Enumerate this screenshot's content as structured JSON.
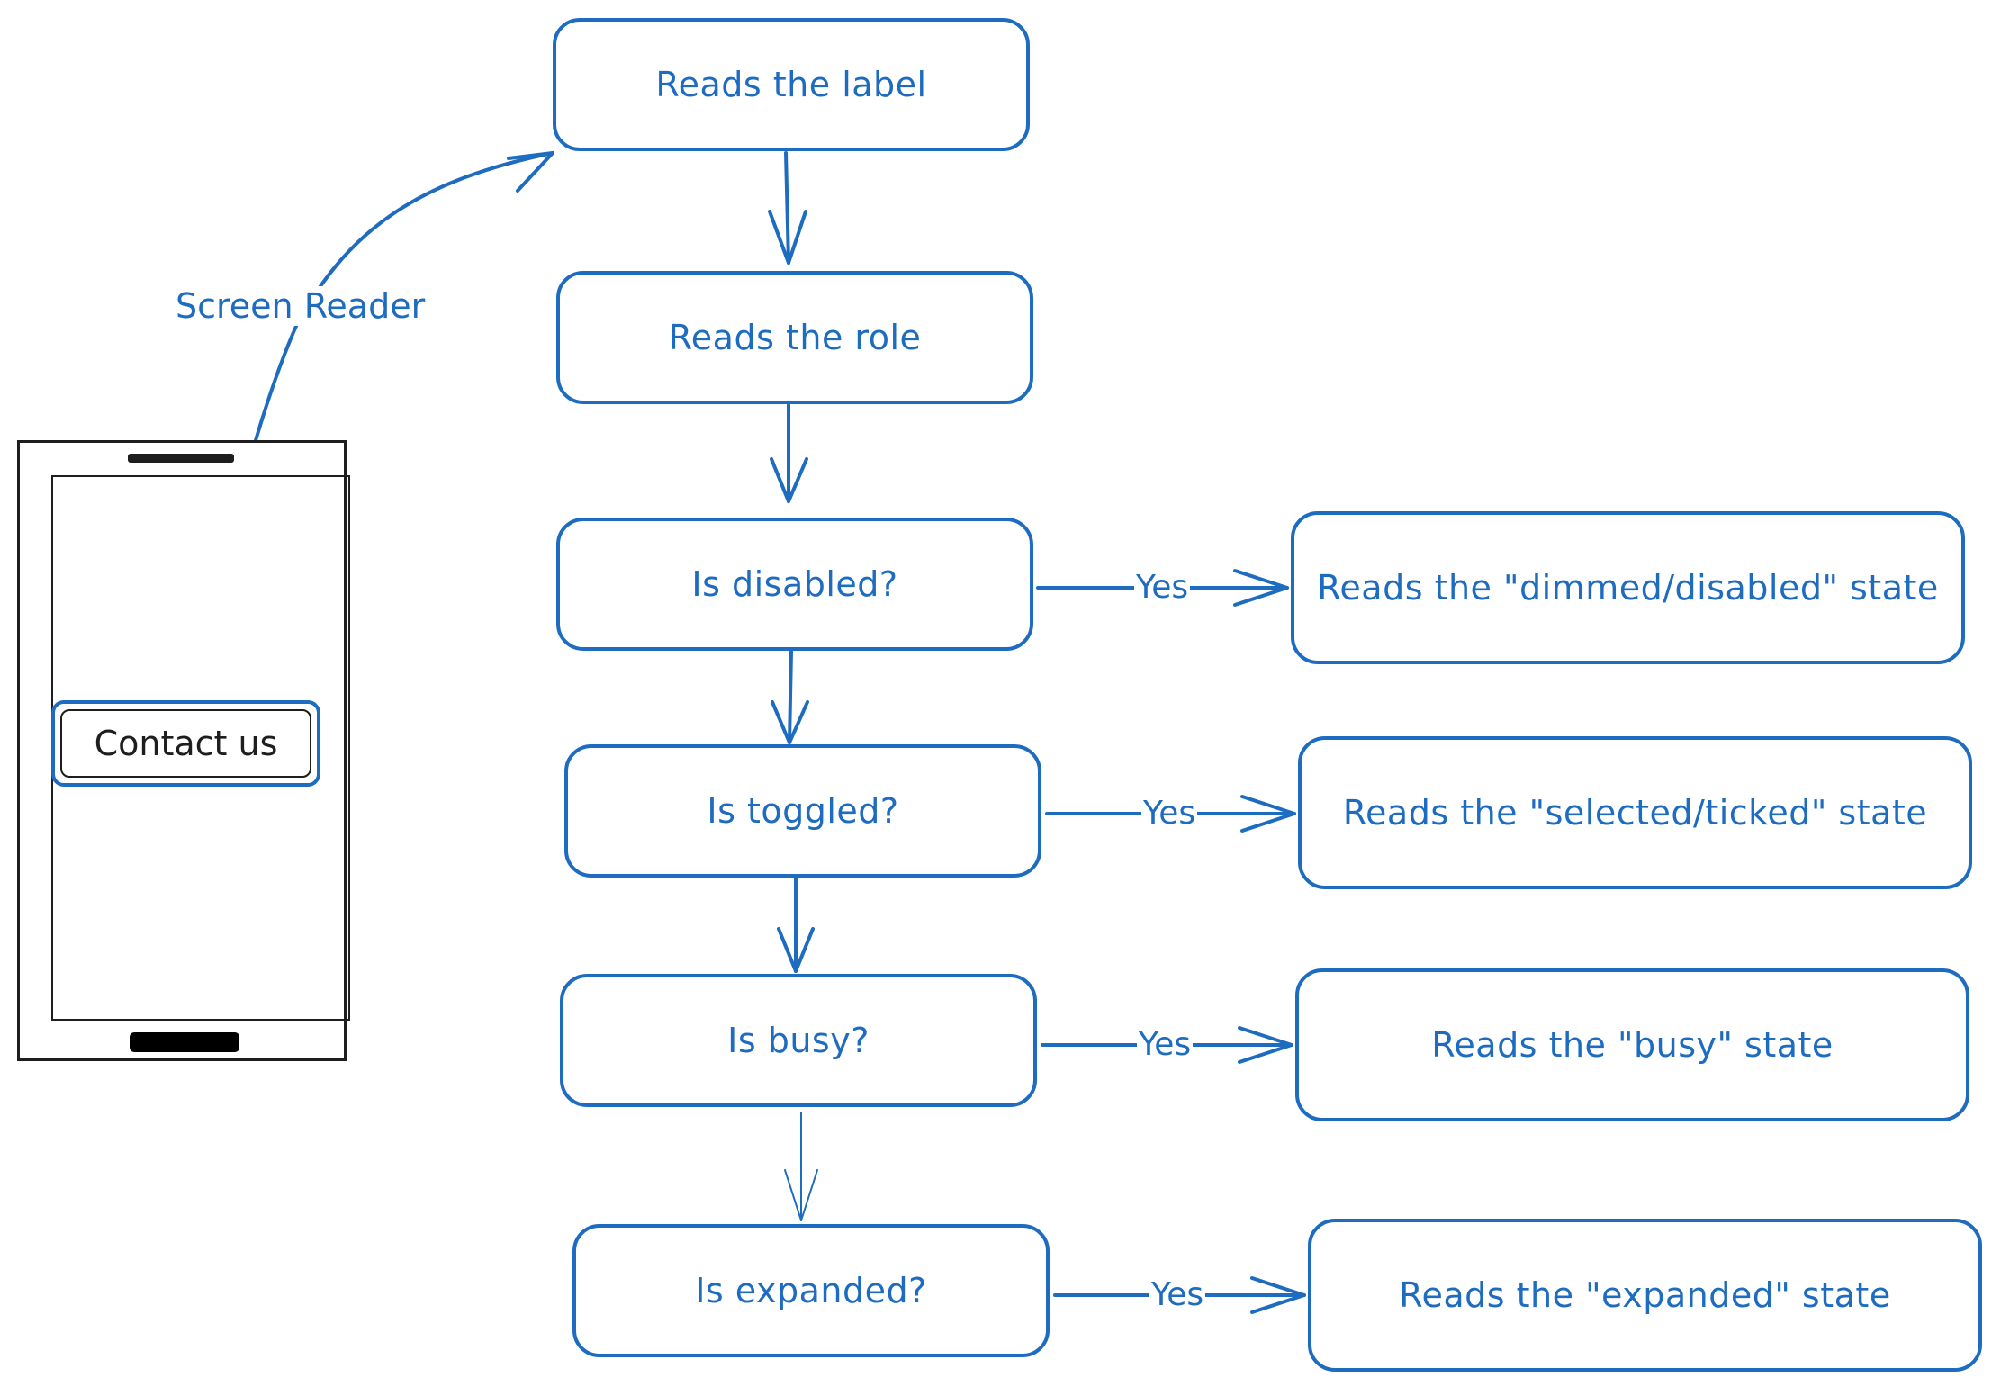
{
  "accent_color": "#1e6cc0",
  "phone": {
    "button_label": "Contact us"
  },
  "connector_label": "Screen Reader",
  "flow": {
    "label_step": "Reads the label",
    "role_step": "Reads the role",
    "questions": [
      {
        "question": "Is disabled?",
        "branch": "Yes",
        "result": "Reads the \"dimmed/disabled\" state"
      },
      {
        "question": "Is toggled?",
        "branch": "Yes",
        "result": "Reads the \"selected/ticked\" state"
      },
      {
        "question": "Is busy?",
        "branch": "Yes",
        "result": "Reads the \"busy\" state"
      },
      {
        "question": "Is expanded?",
        "branch": "Yes",
        "result": "Reads the \"expanded\" state"
      }
    ]
  }
}
